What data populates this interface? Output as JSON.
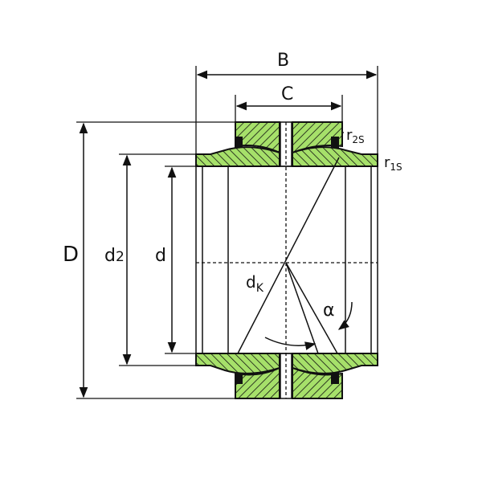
{
  "labels": {
    "B": "B",
    "C": "C",
    "D": "D",
    "d2": "d",
    "d2_sub": "2",
    "d": "d",
    "dK": "d",
    "dK_sub": "K",
    "r2s": "r",
    "r2s_sub": "2S",
    "r1s": "r",
    "r1s_sub": "1S",
    "alpha": "α"
  },
  "colors": {
    "fill": "#a6e06a",
    "line": "#111111",
    "background": "#ffffff"
  }
}
